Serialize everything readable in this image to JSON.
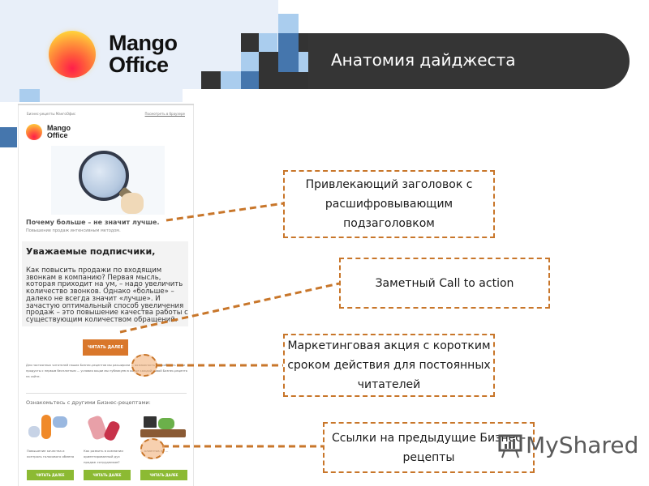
{
  "slide": {
    "title": "Анатомия дайджеста",
    "brand_line1": "Mango",
    "brand_line2": "Office",
    "colors": {
      "title_bar": "#353535",
      "accent_dashed": "#c8762a",
      "cta_orange": "#d9772b",
      "button_green": "#8cba33",
      "tile_dark": "#333333",
      "tile_light_blue": "#aacdee",
      "tile_mid_blue": "#4576ad",
      "panel_bg": "#e8eff9"
    }
  },
  "email": {
    "top_left": "Бизнес-рецепты МангоОфис",
    "top_right_link": "Посмотреть в браузере",
    "logo_line1": "Mango",
    "logo_line2": "Office",
    "headline": "Почему больше – не значит лучше.",
    "subheadline": "Повышение продаж интенсивным методом.",
    "greeting": "Уважаемые подписчики,",
    "body": "Как повысить продажи по входящим звонкам в компанию? Первая мысль, которая приходит на ум, – надо увеличить количество звонков. Однако «больше» – далеко не всегда значит «лучше». И зачастую оптимальный способ увеличения продаж – это повышение качества работы с существующим количеством обращений.",
    "cta_label": "ЧИТАТЬ ДАЛЕЕ",
    "promo_text": "Для постоянных читателей наших Бизнес-рецептов мы расширили ... возможность попробовать наши продукты с первым бесплатным ... условия акции мы публикуем в конце каждой новой Бизнес-рецепта на сайте.",
    "more_heading": "Ознакомьтесь с другими Бизнес-рецептами:",
    "related": [
      {
        "caption": "Повышение качества и контроль голосового обмена",
        "button": "ЧИТАТЬ ДАЛЕЕ"
      },
      {
        "caption": "Как развить в компании ориентированный дух продаж сотрудников?",
        "button": "ЧИТАТЬ ДАЛЕЕ"
      },
      {
        "caption": "... клиентов на ...",
        "button": "ЧИТАТЬ ДАЛЕЕ"
      }
    ]
  },
  "callouts": [
    {
      "text": "Привлекающий заголовок с расшифровывающим подзаголовком"
    },
    {
      "text": "Заметный Call to action"
    },
    {
      "text": "Маркетинговая акция с коротким сроком действия для постоянных читателей"
    },
    {
      "text": "Ссылки на предыдущие Бизнес-рецепты"
    }
  ],
  "watermark": {
    "text": "MyShared",
    "icon": "presentation-board-icon"
  }
}
